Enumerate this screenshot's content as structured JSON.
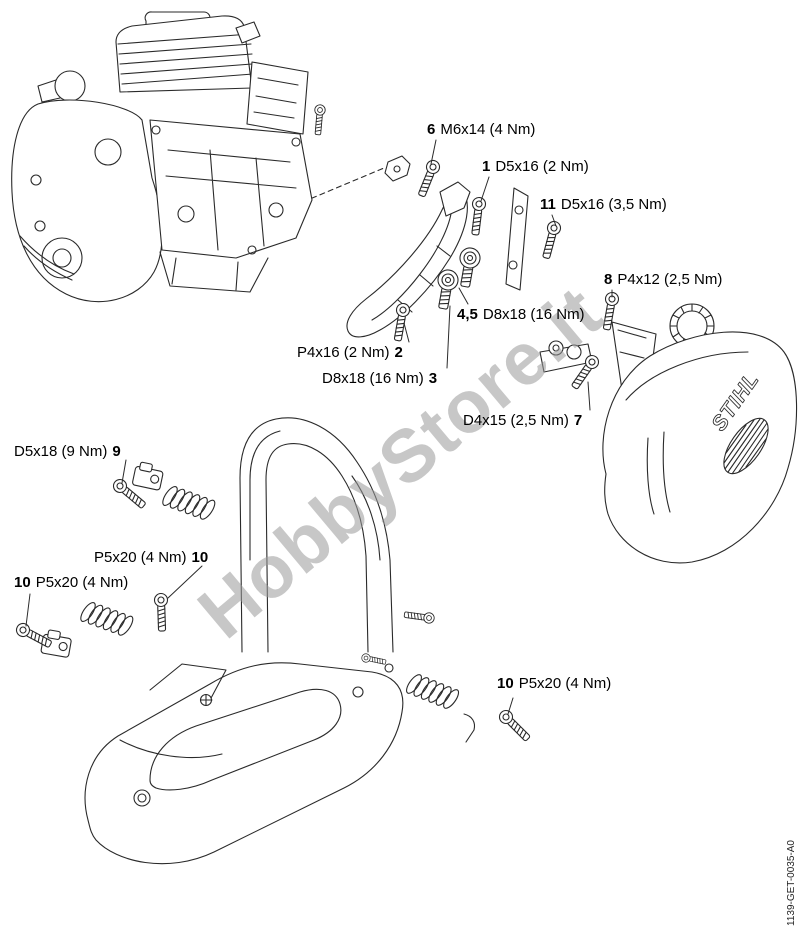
{
  "page": {
    "watermark": "HobbyStore.it",
    "doc_code": "1139-GET-0035-A0",
    "logo": "STIHL",
    "background": "#ffffff",
    "line_color": "#2a2a2a",
    "watermark_color": "#9a9a9a"
  },
  "labels": [
    {
      "num": "6",
      "text": "M6x14 (4 Nm)",
      "num_first": true
    },
    {
      "num": "1",
      "text": "D5x16 (2 Nm)",
      "num_first": true
    },
    {
      "num": "11",
      "text": "D5x16 (3,5 Nm)",
      "num_first": true
    },
    {
      "num": "8",
      "text": "P4x12 (2,5 Nm)",
      "num_first": true
    },
    {
      "num": "4,5",
      "text": "D8x18 (16 Nm)",
      "num_first": true
    },
    {
      "num": "2",
      "text": "P4x16 (2 Nm)",
      "num_first": false
    },
    {
      "num": "3",
      "text": "D8x18 (16 Nm)",
      "num_first": false
    },
    {
      "num": "7",
      "text": "D4x15 (2,5 Nm)",
      "num_first": false
    },
    {
      "num": "9",
      "text": "D5x18 (9 Nm)",
      "num_first": false
    },
    {
      "num": "10",
      "text": "P5x20 (4 Nm)",
      "num_first": false
    },
    {
      "num": "10",
      "text": "P5x20 (4 Nm)",
      "num_first": true
    },
    {
      "num": "10",
      "text": "P5x20 (4 Nm)",
      "num_first": true
    }
  ]
}
